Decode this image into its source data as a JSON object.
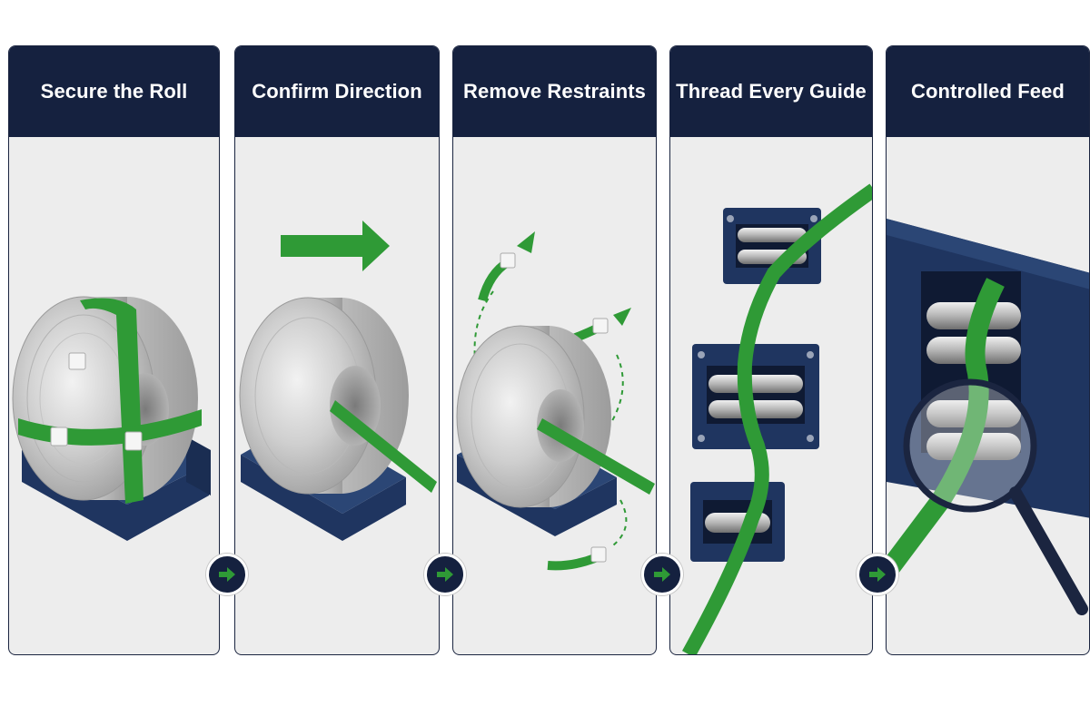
{
  "colors": {
    "header": "#15213f",
    "panel_bg": "#ededed",
    "strap_green": "#2f9a36",
    "base_navy": "#1f3560",
    "coil_gray": "#bdbdbd"
  },
  "steps": [
    {
      "title": "Secure the Roll",
      "illustration": "strapped-coil"
    },
    {
      "title": "Confirm Direction",
      "illustration": "coil-direction-arrow"
    },
    {
      "title": "Remove Restraints",
      "illustration": "straps-removed"
    },
    {
      "title": "Thread Every Guide",
      "illustration": "roller-guides"
    },
    {
      "title": "Controlled Feed",
      "illustration": "magnified-feed"
    }
  ],
  "next_icon": "arrow-right-icon"
}
